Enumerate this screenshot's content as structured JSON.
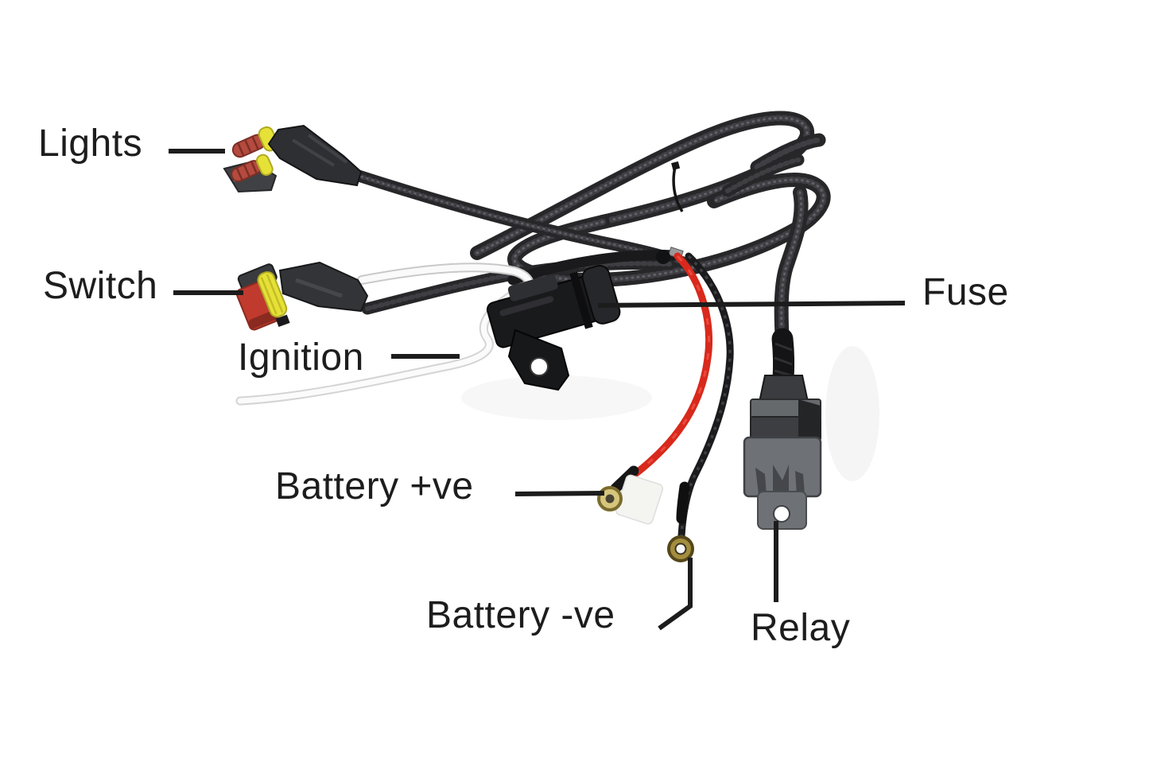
{
  "diagram": {
    "type": "annotated-wiring-harness-photo",
    "subject": "relay wiring harness for auxiliary lights",
    "labels": {
      "lights": "Lights",
      "switch": "Switch",
      "ignition": "Ignition",
      "fuse": "Fuse",
      "battery_positive": "Battery +ve",
      "battery_negative": "Battery -ve",
      "relay": "Relay"
    },
    "colors": {
      "background": "#ffffff",
      "label_text": "#1d1d1d",
      "leader_line": "#1c1c1c",
      "braided_cable": "#27272a",
      "positive_wire_red": "#d8291c",
      "negative_wire_black": "#1b1b1d",
      "ignition_wire_white": "#fafafa",
      "connector_seal_yellow": "#e6e136",
      "connector_terminal_red": "#b54a3e",
      "fuse_holder_black": "#191a1c",
      "relay_body_gray": "#6e7276",
      "ring_terminal_gold": "#d6c67c",
      "ring_terminal_brass": "#a38d3d"
    }
  }
}
